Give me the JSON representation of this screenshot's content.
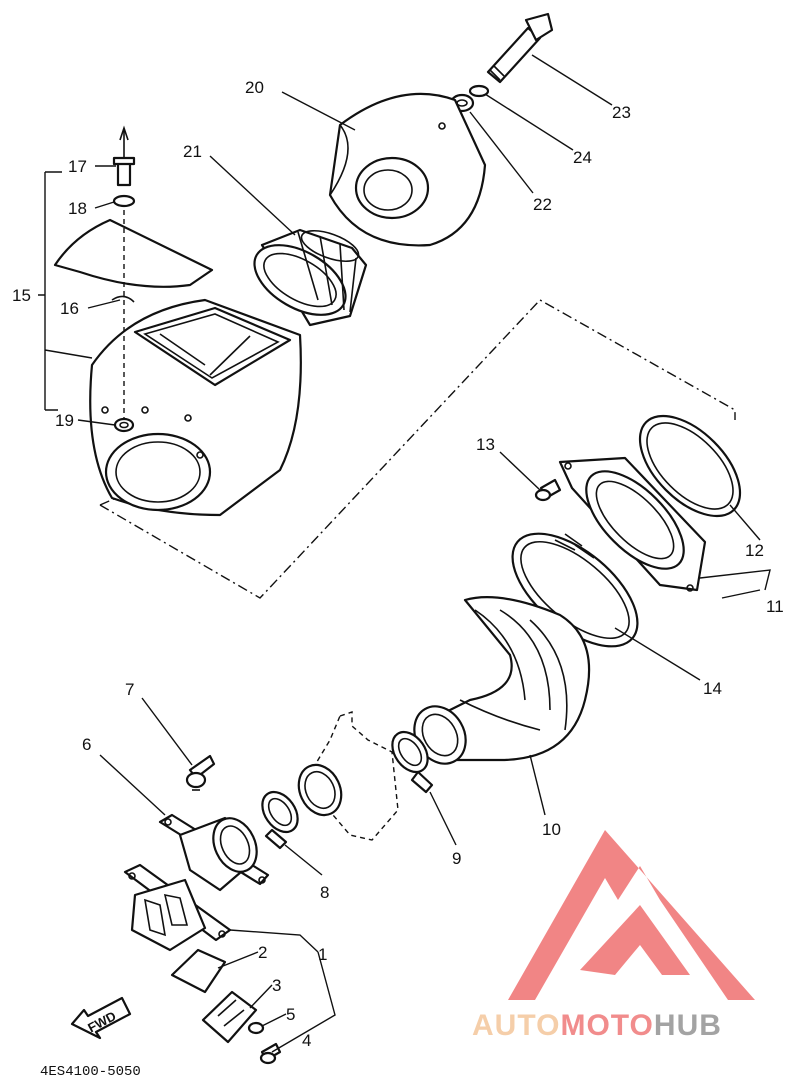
{
  "diagram_code": "4ES4100-5050",
  "fwd_label": "FWD",
  "part_numbers": {
    "p1": "1",
    "p2": "2",
    "p3": "3",
    "p4": "4",
    "p5": "5",
    "p6": "6",
    "p7": "7",
    "p8": "8",
    "p9": "9",
    "p10": "10",
    "p11": "11",
    "p12": "12",
    "p13": "13",
    "p14": "14",
    "p15": "15",
    "p16": "16",
    "p17": "17",
    "p18": "18",
    "p19": "19",
    "p20": "20",
    "p21": "21",
    "p22": "22",
    "p23": "23",
    "p24": "24"
  },
  "watermark": {
    "part1": "AUTO",
    "part2": "MOTO",
    "part3": "HUB",
    "color1": "#f5c9a0",
    "color2": "#f08080",
    "color3": "#9a9a9a",
    "logo_color": "#f07878"
  }
}
